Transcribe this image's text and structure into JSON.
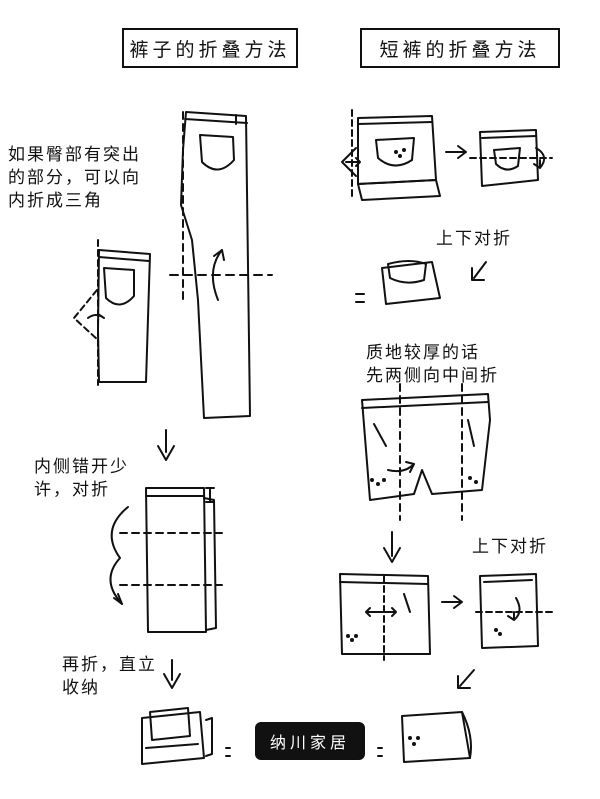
{
  "titles": {
    "pants": "裤子的折叠方法",
    "shorts": "短裤的折叠方法"
  },
  "notes": {
    "hip": "如果臀部有突出\n的部分，可以向\n内折成三角",
    "offset": "内侧错开少\n许，对折",
    "refold": "再折，直立\n收纳",
    "updown1": "上下对折",
    "thick": "质地较厚的话\n先两侧向中间折",
    "updown2": "上下对折"
  },
  "brand": "纳川家居"
}
